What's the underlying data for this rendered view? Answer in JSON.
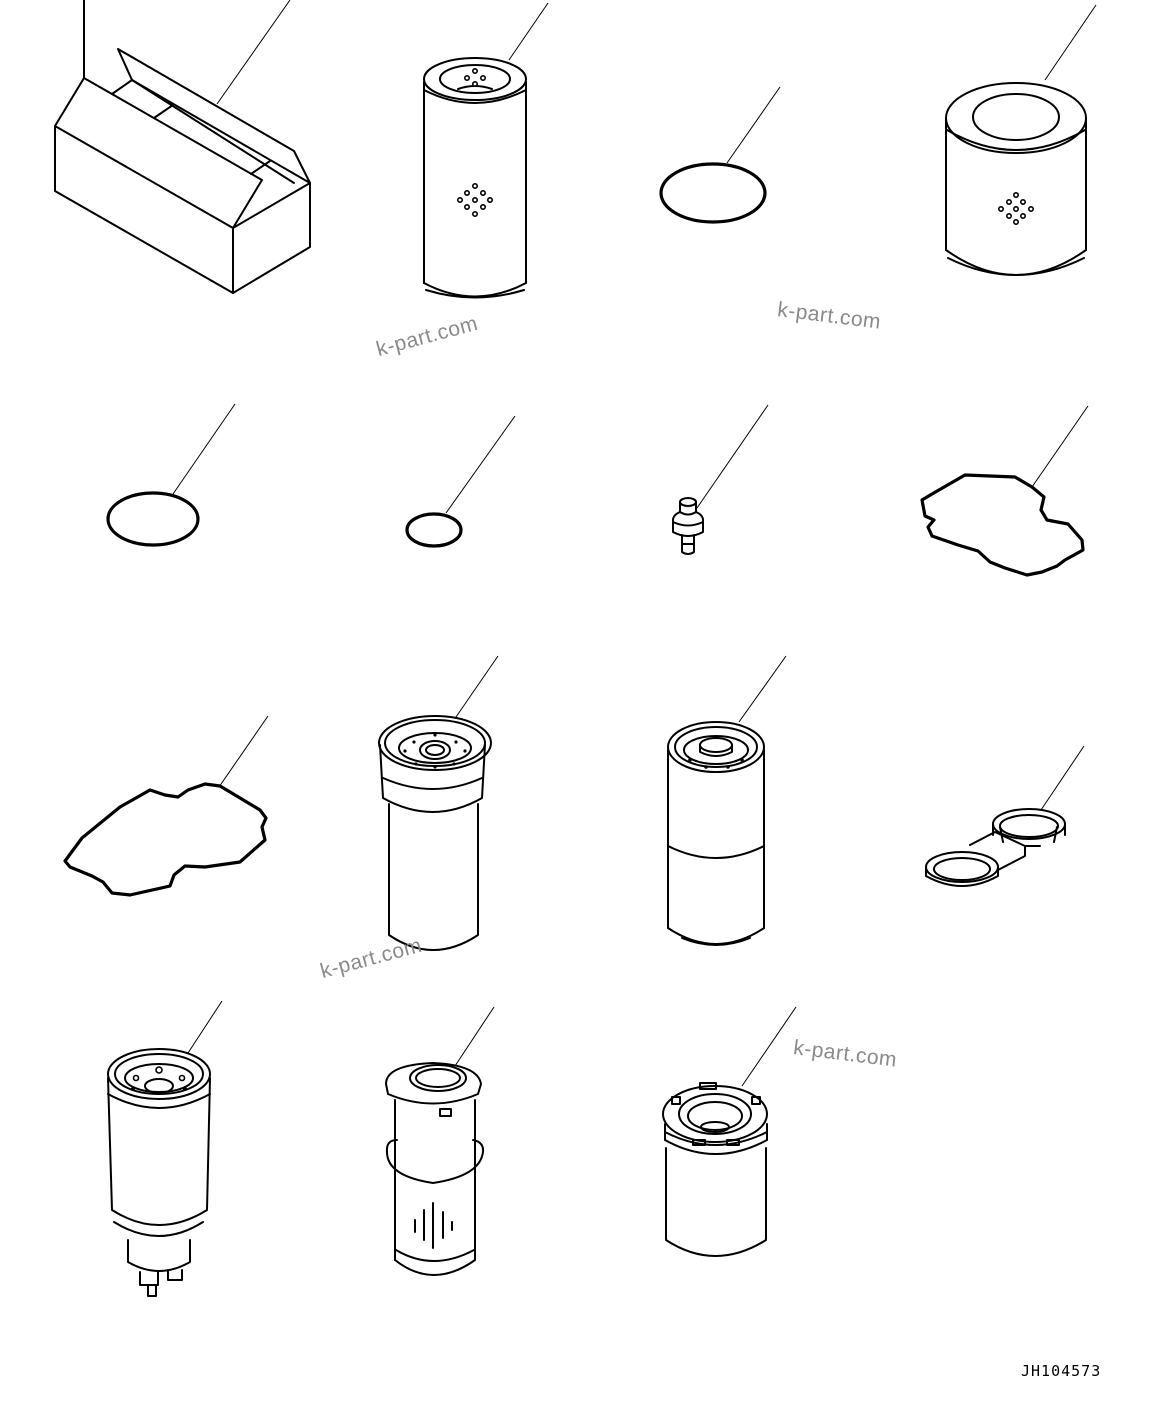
{
  "diagram": {
    "title": "Parts catalog illustration - filter / maintenance kit",
    "drawing_id": "JH104573",
    "watermarks": [
      "k-part.com",
      "k-part.com",
      "k-part.com",
      "k-part.com"
    ],
    "line_color": "#000000",
    "watermark_color": "#8a8a8a",
    "background": "#ffffff",
    "parts": [
      {
        "row": 1,
        "col": 1,
        "name": "Cardboard box (kit case)"
      },
      {
        "row": 1,
        "col": 2,
        "name": "Tall cylindrical filter element"
      },
      {
        "row": 1,
        "col": 3,
        "name": "O-ring (large)"
      },
      {
        "row": 1,
        "col": 4,
        "name": "Short cylindrical filter element"
      },
      {
        "row": 2,
        "col": 1,
        "name": "O-ring (medium)"
      },
      {
        "row": 2,
        "col": 2,
        "name": "O-ring (small)"
      },
      {
        "row": 2,
        "col": 3,
        "name": "Plug / fitting"
      },
      {
        "row": 2,
        "col": 4,
        "name": "Gasket (shaped)"
      },
      {
        "row": 3,
        "col": 1,
        "name": "Gasket (shaped, large)"
      },
      {
        "row": 3,
        "col": 2,
        "name": "Spin-on filter cartridge"
      },
      {
        "row": 3,
        "col": 3,
        "name": "Spin-on filter cartridge (tall)"
      },
      {
        "row": 3,
        "col": 4,
        "name": "Filter wrench"
      },
      {
        "row": 4,
        "col": 1,
        "name": "Fuel filter with water separator"
      },
      {
        "row": 4,
        "col": 2,
        "name": "Filter element with seal ring"
      },
      {
        "row": 4,
        "col": 3,
        "name": "Spin-on filter (short)"
      }
    ]
  }
}
